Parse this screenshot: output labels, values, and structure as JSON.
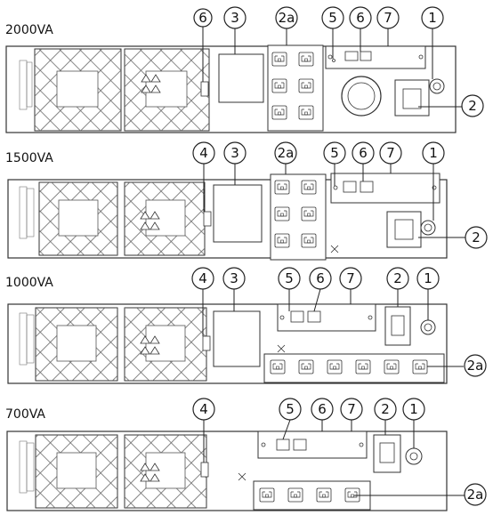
{
  "models": [
    {
      "label": "2000VA"
    },
    {
      "label": "1500VA"
    },
    {
      "label": "1000VA"
    },
    {
      "label": "700VA"
    }
  ],
  "callouts": [
    "1",
    "2",
    "2a",
    "3",
    "4",
    "5",
    "6",
    "7"
  ]
}
